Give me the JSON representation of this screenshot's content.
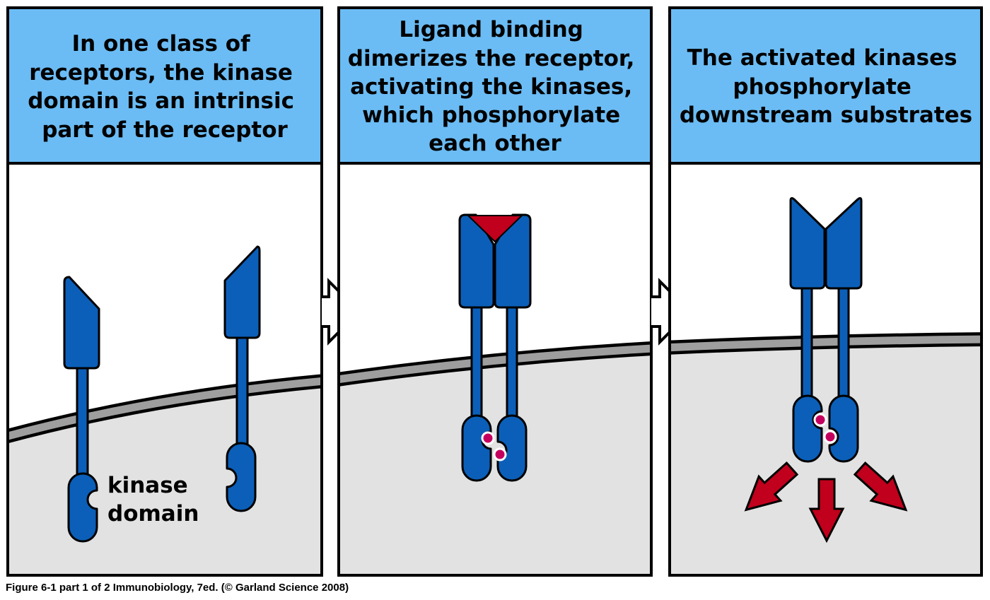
{
  "colors": {
    "header_fill": "#6bbcf4",
    "receptor_blue": "#0b5fb8",
    "ligand_red": "#c0001c",
    "phosphate_magenta": "#c4005e",
    "cytoplasm_gray": "#e2e2e2",
    "membrane_gray": "#9e9e9e",
    "panel_border": "#000000"
  },
  "panels": [
    {
      "title_lines": [
        "In one class of",
        "receptors, the kinase",
        "domain is an intrinsic",
        "part of the receptor"
      ]
    },
    {
      "title_lines": [
        "Ligand binding",
        "dimerizes the receptor,",
        "activating the kinases,",
        "which phosphorylate",
        "each other"
      ]
    },
    {
      "title_lines": [
        "The activated kinases",
        "phosphorylate",
        "downstream substrates"
      ]
    }
  ],
  "labels": {
    "kinase_domain": [
      "kinase",
      "domain"
    ]
  },
  "icons": {
    "next_step_arrow": "hollow-right-arrow",
    "substrate_arrow": "red-down-arrow"
  },
  "caption": "Figure 6-1 part 1 of 2  Immunobiology, 7ed. (© Garland Science 2008)"
}
